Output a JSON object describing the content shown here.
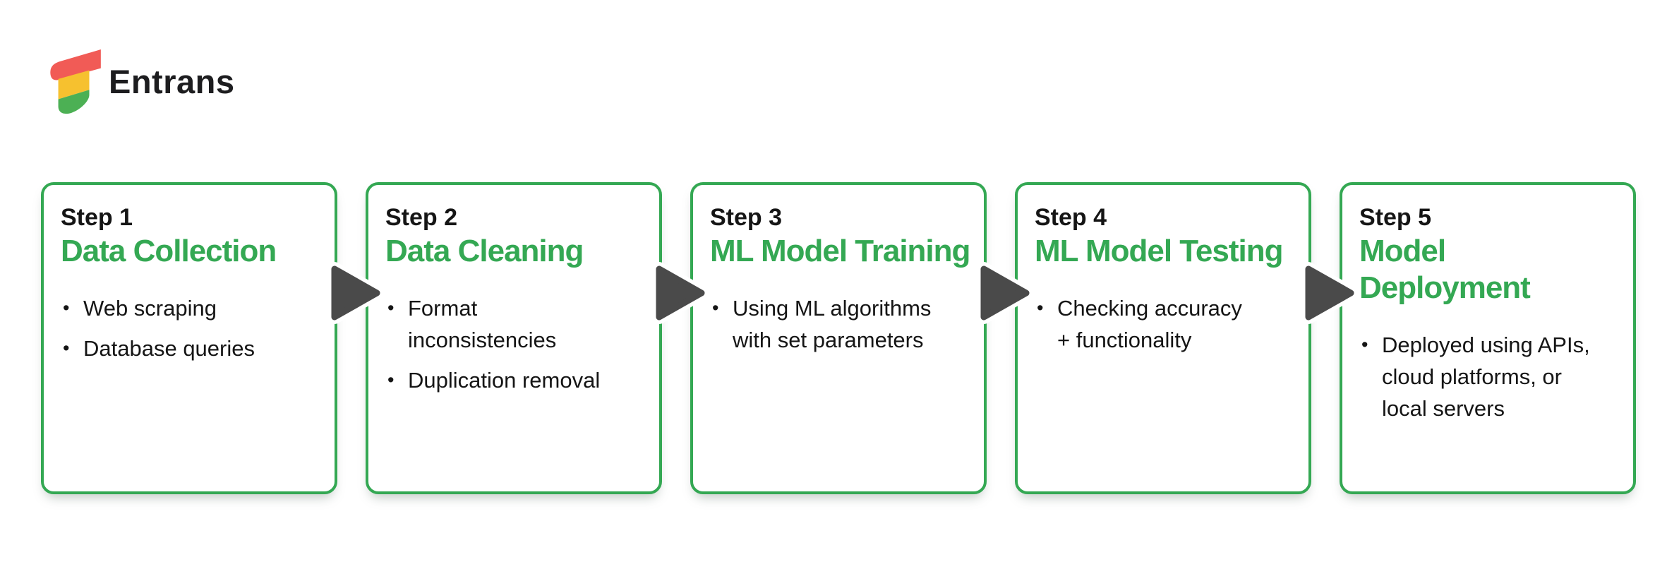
{
  "logo": {
    "text": "Entrans"
  },
  "colors": {
    "green": "#34A853",
    "arrow": "#4A4A4A",
    "text": "#151515",
    "logo_red": "#F15B56",
    "logo_yellow": "#F6C12F",
    "logo_green": "#4CB054"
  },
  "glyphs": {
    "bullet": "•"
  },
  "cards": [
    {
      "step": "Step 1",
      "title": "Data Collection",
      "bullets": [
        "Web scraping",
        "Database queries"
      ]
    },
    {
      "step": "Step 2",
      "title": "Data Cleaning",
      "bullets": [
        "Format inconsistencies",
        "Duplication removal"
      ]
    },
    {
      "step": "Step 3",
      "title": "ML Model Training",
      "bullets": [
        "Using ML algorithms with set parameters"
      ]
    },
    {
      "step": "Step 4",
      "title": "ML Model Testing",
      "bullets": [
        "Checking accuracy + functionality"
      ]
    },
    {
      "step": "Step 5",
      "title": "Model Deployment",
      "bullets": [
        "Deployed using APIs, cloud platforms, or local servers"
      ]
    }
  ]
}
